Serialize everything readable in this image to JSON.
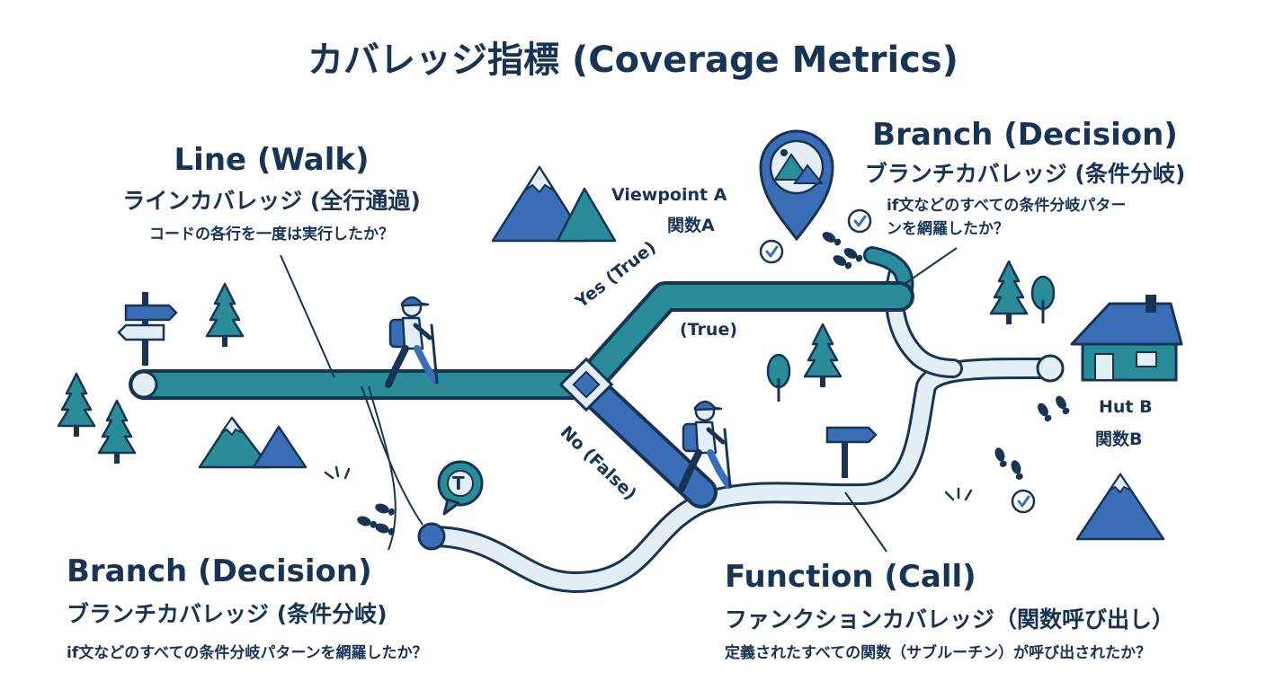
{
  "title": "カバレッジ指標 (Coverage Metrics)",
  "line_section": {
    "heading": "Line (Walk)",
    "subheading": "ラインカバレッジ (全行通過)",
    "question": "コードの各行を一度は実行したか？"
  },
  "branch_top": {
    "heading": "Branch (Decision)",
    "subheading": "ブランチカバレッジ (条件分岐)",
    "question_line1": "if文などのすべての条件分岐パター",
    "question_line2": "ンを網羅したか？"
  },
  "branch_bottom": {
    "heading": "Branch (Decision)",
    "subheading": "ブランチカバレッジ (条件分岐)",
    "question": "if文などのすべての条件分岐パターンを網羅したか？"
  },
  "function_section": {
    "heading": "Function (Call)",
    "subheading": "ファンクションカバレッジ（関数呼び出し）",
    "question": "定義されたすべての関数（サブルーチン）が呼び出されたか？"
  },
  "viewpoint": {
    "name": "Viewpoint A",
    "function": "関数A"
  },
  "hut": {
    "name": "Hut B",
    "function": "関数B"
  },
  "path_labels": {
    "yes": "Yes (True)",
    "true": "(True)",
    "no": "No (False)"
  },
  "bubble_letter": "T",
  "colors": {
    "navy": "#173455",
    "teal": "#2a8c99",
    "blue": "#3a6fb8",
    "pale": "#e3eef5"
  }
}
